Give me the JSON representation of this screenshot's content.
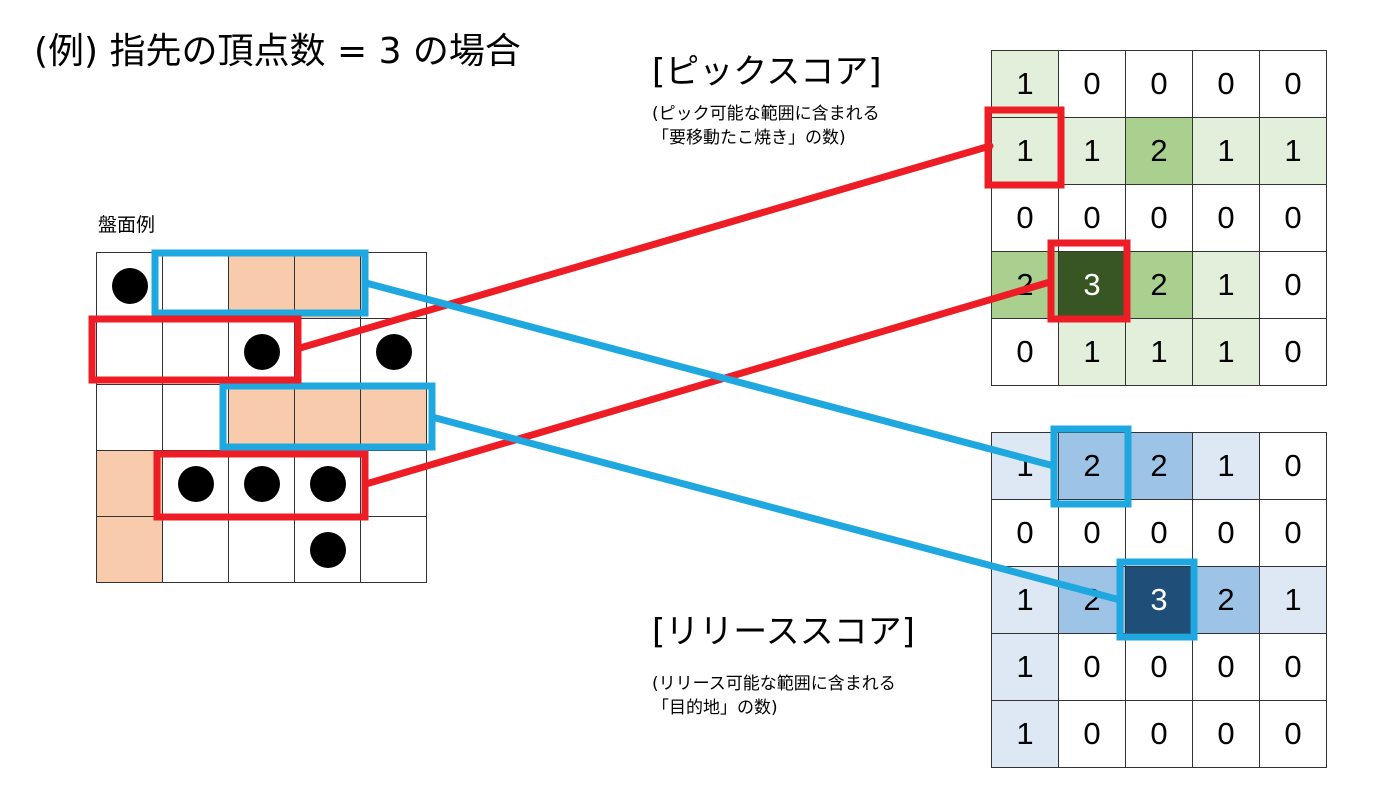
{
  "title": "(例) 指先の頂点数 = 3 の場合",
  "board": {
    "label": "盤面例",
    "cells": [
      [
        "dot",
        "",
        "peach",
        "peach",
        ""
      ],
      [
        "",
        "",
        "dot",
        "",
        "dot"
      ],
      [
        "",
        "",
        "peach",
        "peach",
        "peach"
      ],
      [
        "peach",
        "dot",
        "dot",
        "dot",
        ""
      ],
      [
        "peach",
        "",
        "",
        "dot",
        ""
      ]
    ]
  },
  "pick": {
    "title": "[ピックスコア]",
    "note_line1": "(ピック可能な範囲に含まれる",
    "note_line2": "「要移動たこ焼き」の数)",
    "values": [
      [
        1,
        0,
        0,
        0,
        0
      ],
      [
        1,
        1,
        2,
        1,
        1
      ],
      [
        0,
        0,
        0,
        0,
        0
      ],
      [
        2,
        3,
        2,
        1,
        0
      ],
      [
        0,
        1,
        1,
        1,
        0
      ]
    ]
  },
  "release": {
    "title": "[リリーススコア]",
    "note_line1": "(リリース可能な範囲に含まれる",
    "note_line2": "「目的地」の数)",
    "values": [
      [
        1,
        2,
        2,
        1,
        0
      ],
      [
        0,
        0,
        0,
        0,
        0
      ],
      [
        1,
        2,
        3,
        2,
        1
      ],
      [
        1,
        0,
        0,
        0,
        0
      ],
      [
        1,
        0,
        0,
        0,
        0
      ]
    ]
  },
  "colors": {
    "peach": "#f8cbad",
    "pick": [
      "#ffffff",
      "#e2efda",
      "#a9d08e",
      "#375623"
    ],
    "release": [
      "#ffffff",
      "#dde8f4",
      "#9dc3e6",
      "#1f4e79"
    ],
    "red": "#ee1c24",
    "cyan": "#1fa7e0"
  }
}
